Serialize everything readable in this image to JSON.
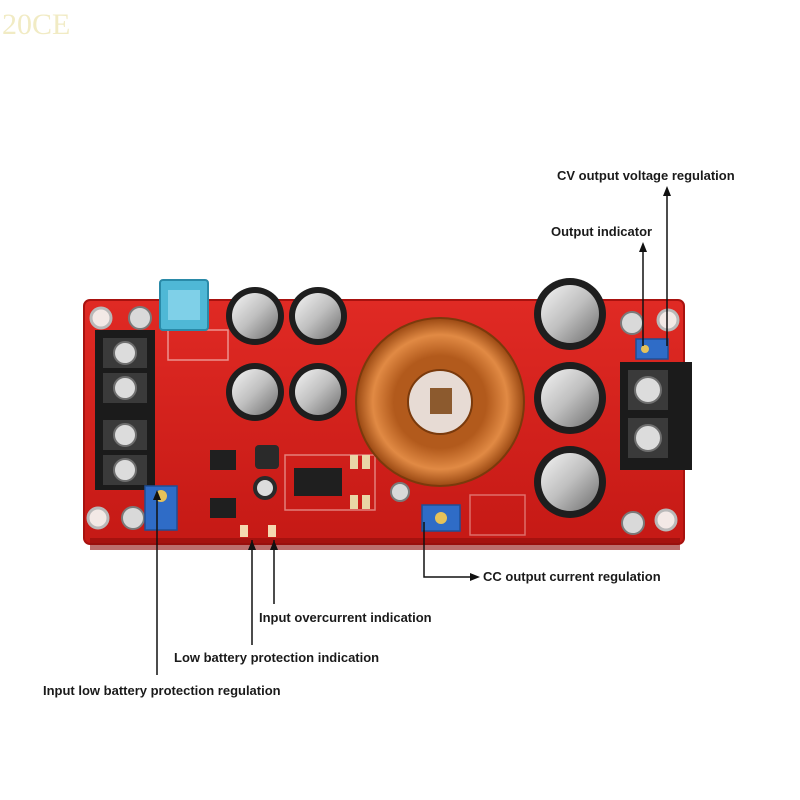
{
  "watermark": "20CE",
  "labels": {
    "cv_output_voltage": "CV output voltage regulation",
    "output_indicator": "Output indicator",
    "cc_output_current": "CC output current regulation",
    "input_overcurrent": "Input overcurrent indication",
    "low_battery_indication": "Low battery protection indication",
    "input_low_battery_regulation": "Input low battery protection regulation"
  },
  "colors": {
    "pcb": "#d8201d",
    "pcb_dark": "#a8120f",
    "copper": "#c8702e",
    "terminal": "#1b1b1b",
    "trimmer": "#2f6cc7",
    "fuse": "#4fb8d6",
    "leader": "#111111"
  }
}
